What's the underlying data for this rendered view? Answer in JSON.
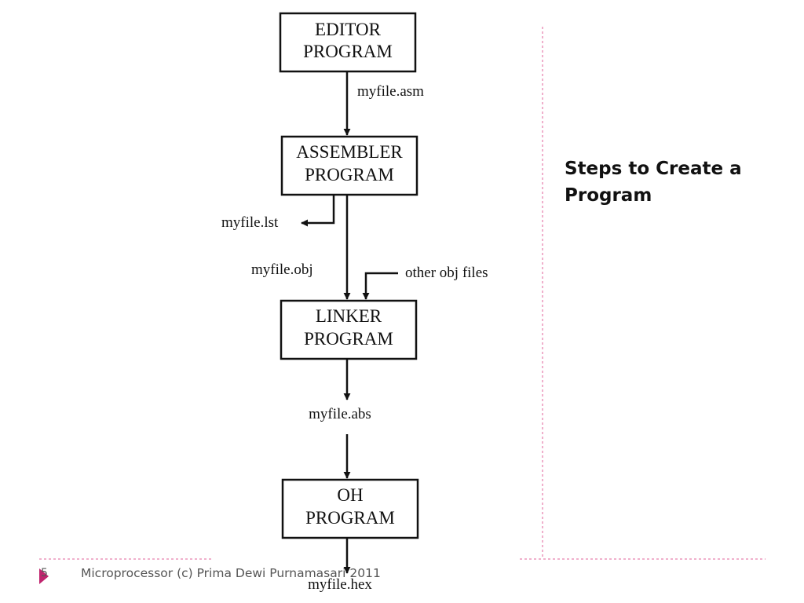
{
  "slide": {
    "title_line1": "Steps to Create a",
    "title_line2": "Program",
    "footer_text": "Microprocessor (c) Prima Dewi Purnamasari 2011",
    "page_number": "5",
    "accent_color": "#c0246e"
  },
  "flowchart": {
    "boxes": [
      {
        "id": "editor",
        "line1": "EDITOR",
        "line2": "PROGRAM"
      },
      {
        "id": "assembler",
        "line1": "ASSEMBLER",
        "line2": "PROGRAM"
      },
      {
        "id": "linker",
        "line1": "LINKER",
        "line2": "PROGRAM"
      },
      {
        "id": "oh",
        "line1": "OH",
        "line2": "PROGRAM"
      }
    ],
    "files": {
      "asm": "myfile.asm",
      "lst": "myfile.lst",
      "obj": "myfile.obj",
      "other_obj": "other obj files",
      "abs": "myfile.abs",
      "hex": "myfile.hex"
    }
  }
}
